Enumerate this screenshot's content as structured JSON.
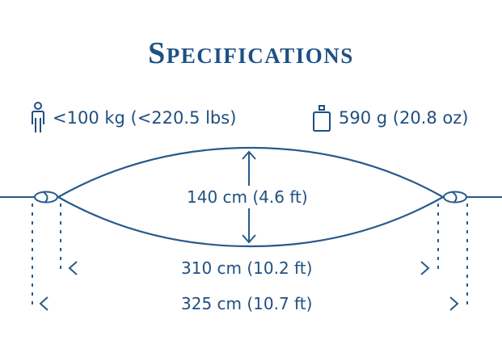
{
  "title": "Specifications",
  "specs": {
    "max_load": "<100 kg (<220.5 lbs)",
    "weight": "590 g (20.8 oz)"
  },
  "dimensions": {
    "width": "140 cm (4.6 ft)",
    "length_inner": "310 cm (10.2 ft)",
    "length_total": "325 cm (10.7 ft)"
  },
  "icons": {
    "load": "person-icon",
    "weight": "weight-icon"
  },
  "colors": {
    "primary": "#1e5184",
    "line": "#275a8c"
  }
}
